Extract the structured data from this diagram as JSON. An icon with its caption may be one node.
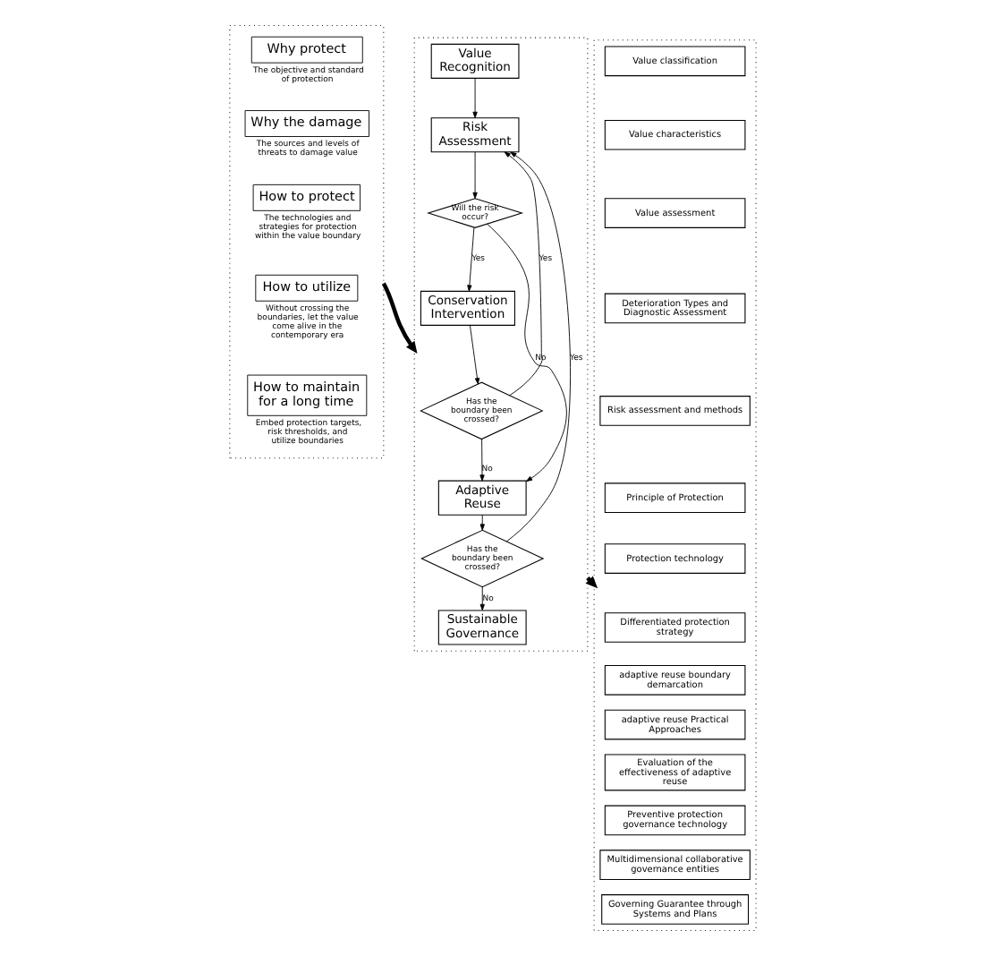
{
  "diagram": {
    "nodes": [
      {
        "text": [],
        "shape": "box"
      },
      {
        "text": [
          "Why protect"
        ],
        "in": 0,
        "beside": [
          "The objective and standard of protection"
        ]
      },
      {
        "text": [
          "Why the damage"
        ],
        "in": 0,
        "beside": [
          "The sources and levels of threats to damage value"
        ]
      },
      {
        "text": [
          "How to protect"
        ],
        "in": 0,
        "beside": [
          "The technologies and strategies for protection within the value boundary"
        ]
      },
      {
        "text": [
          "How to utilize"
        ],
        "in": 0,
        "beside": [
          "Without crossing the boundaries, let the value come alive in the contemporary era"
        ]
      },
      {
        "text": [
          "How to maintain for a long time"
        ],
        "in": 0,
        "beside": [
          "Embed protection targets, risk thresholds, and utilize boundaries"
        ]
      },
      {
        "text": [],
        "shape": "box"
      },
      {
        "text": [
          "Value Recognition"
        ],
        "in": 6
      },
      {
        "text": [
          "Risk Assessment"
        ],
        "in": 6
      },
      {
        "text": [
          "Will the risk occur?"
        ],
        "in": 6
      },
      {
        "text": [
          "Conservation Intervention"
        ],
        "in": 6
      },
      {
        "text": [
          "Has the boundary been crossed?"
        ],
        "in": 6
      },
      {
        "text": [
          "Adaptive Reuse"
        ],
        "in": 6
      },
      {
        "text": [
          "Has the boundary been crossed?"
        ],
        "in": 6
      },
      {
        "text": [
          "Sustainable Governance"
        ],
        "in": 6
      },
      {
        "text": [],
        "shape": "box"
      },
      {
        "text": [
          "Value classification"
        ],
        "in": 15
      },
      {
        "text": [
          "Value characteristics"
        ],
        "in": 15
      },
      {
        "text": [
          "Value assessment"
        ],
        "in": 15
      },
      {
        "text": [
          "Deterioration Types and Diagnostic Assessment"
        ],
        "in": 15
      },
      {
        "text": [
          "Risk assessment and methods"
        ],
        "in": 15
      },
      {
        "text": [
          "Principle of Protection"
        ],
        "in": 15
      },
      {
        "text": [
          "Protection technology"
        ],
        "in": 15
      },
      {
        "text": [
          "Differentiated protection strategy"
        ],
        "in": 15
      },
      {
        "text": [
          "adaptive reuse boundary demarcation"
        ],
        "in": 15
      },
      {
        "text": [
          "adaptive reuse Practical Approaches"
        ],
        "in": 15
      },
      {
        "text": [
          "Evaluation of the effectiveness of adaptive reuse"
        ],
        "in": 15
      },
      {
        "text": [
          "Preventive protection governance technology"
        ],
        "in": 15
      },
      {
        "text": [
          "Multidimensional collaborative governance entities"
        ],
        "in": 15
      },
      {
        "text": [
          "Governing Guarantee through Systems and Plans"
        ],
        "in": 15
      }
    ],
    "edges": [
      {
        "from": 0,
        "to": 6,
        "arrow": "to",
        "style": "thick"
      },
      {
        "from": 6,
        "to": 15,
        "arrow": "to",
        "style": "thick"
      },
      {
        "from": 7,
        "to": 8,
        "arrow": "to"
      },
      {
        "from": 8,
        "to": 9,
        "arrow": "to"
      },
      {
        "from": 9,
        "to": 10,
        "arrow": "to",
        "label": "Yes"
      },
      {
        "from": 9,
        "to": 12,
        "arrow": "to",
        "label": "No"
      },
      {
        "from": 10,
        "to": 11,
        "arrow": "to"
      },
      {
        "from": 11,
        "to": 8,
        "arrow": "to",
        "label": "Yes"
      },
      {
        "from": 11,
        "to": 12,
        "arrow": "to",
        "label": "No"
      },
      {
        "from": 12,
        "to": 13,
        "arrow": "to"
      },
      {
        "from": 13,
        "to": 8,
        "arrow": "to",
        "label": "Yes"
      },
      {
        "from": 13,
        "to": 14,
        "arrow": "to",
        "label": "No"
      }
    ]
  }
}
